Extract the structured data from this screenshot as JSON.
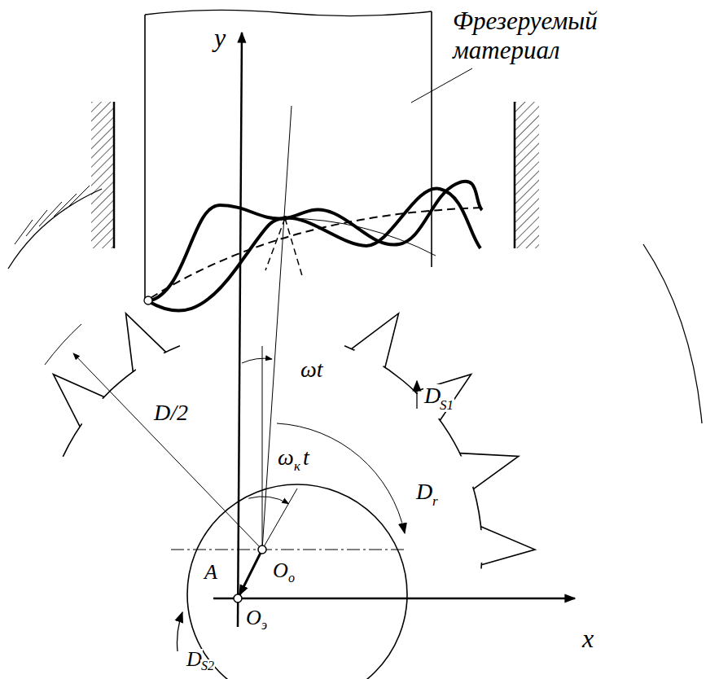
{
  "diagram": {
    "labels": [
      "Фрезеруемый материал",
      "y",
      "x",
      "ωt",
      "D/2",
      "D",
      "S1",
      "D",
      "r",
      "ω",
      "к",
      "t",
      "A",
      "O",
      "o",
      "O",
      "э",
      "D",
      "S2"
    ]
  }
}
